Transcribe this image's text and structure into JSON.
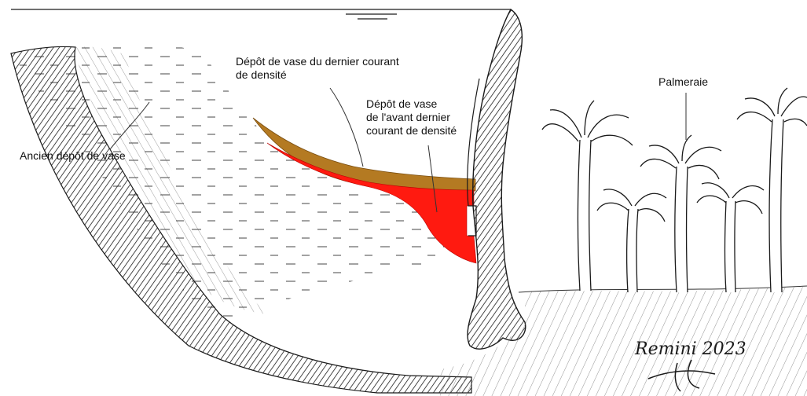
{
  "labels": {
    "recent_deposit": [
      "Dépôt de vase du dernier courant",
      "de densité"
    ],
    "previous_deposit": [
      "Dépôt de vase",
      "de l'avant dernier",
      "courant de densité"
    ],
    "old_deposit": "Ancien  dépôt de vase",
    "palm_grove": "Palmeraie"
  },
  "signature": "Remini 2023",
  "colors": {
    "recent_deposit": "#b47a22",
    "previous_deposit": "#ff1a10",
    "ink": "#1a1a1a"
  }
}
